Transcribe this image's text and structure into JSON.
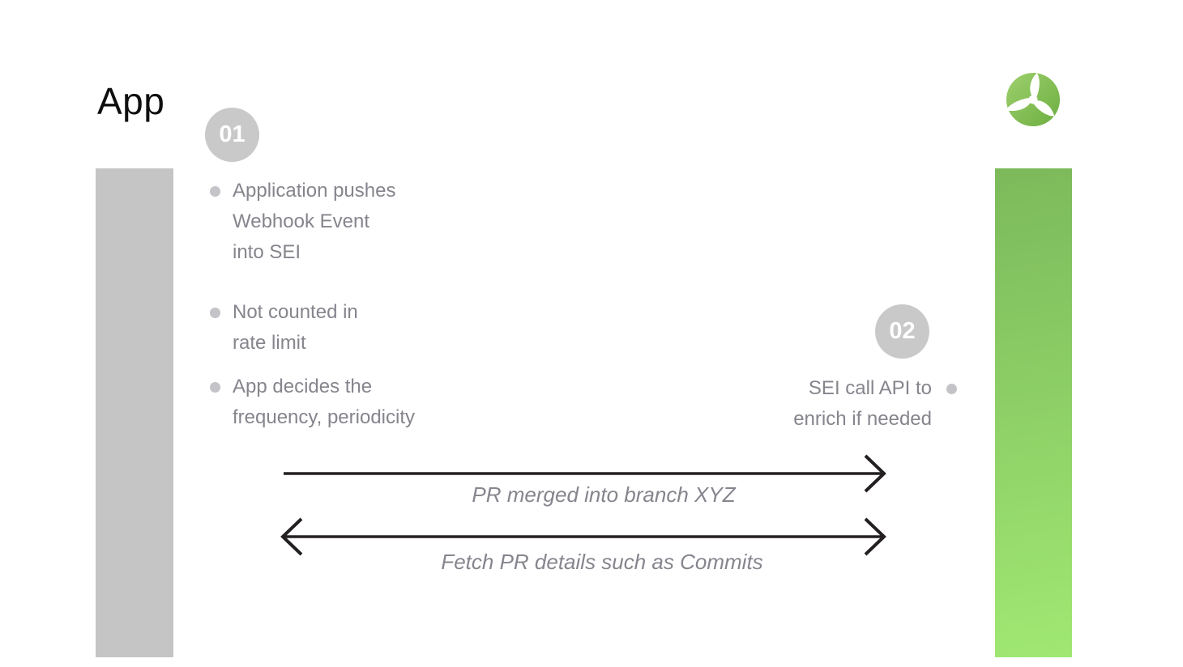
{
  "colors": {
    "text-gray": "#85858d",
    "bullet-dot": "#c4c4c8",
    "badge-bg": "#c9c9c9",
    "badge-text": "#ffffff",
    "gray-bar": "#c5c5c5",
    "green-bar-top": "#7cb95b",
    "green-bar-bottom": "#a0e873",
    "logo-green-light": "#9ed06d",
    "logo-green-dark": "#6cae41",
    "arrow": "#242021",
    "title": "#0f0f0f"
  },
  "diagram": {
    "app_label": "App",
    "logo_icon": "wind-turbine-icon",
    "step1": {
      "badge": "01",
      "bullets": [
        "Application pushes\nWebhook Event\ninto SEI",
        "Not counted in\nrate limit",
        "App decides the\nfrequency, periodicity"
      ]
    },
    "step2": {
      "badge": "02",
      "bullets": [
        "SEI call API to\nenrich if needed"
      ]
    },
    "arrows": [
      {
        "label": "PR merged into branch XYZ",
        "direction": "right"
      },
      {
        "label": "Fetch PR details such as Commits",
        "direction": "both"
      }
    ]
  }
}
